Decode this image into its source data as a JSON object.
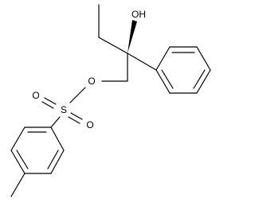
{
  "molecule": {
    "atoms": {
      "hydroxyl": "OH",
      "ester_oxygen": "O",
      "sulfur": "S",
      "sulfonyl_oxygen_1": "O",
      "sulfonyl_oxygen_2": "O"
    }
  },
  "colors": {
    "bond": "#000000",
    "background": "#ffffff"
  }
}
